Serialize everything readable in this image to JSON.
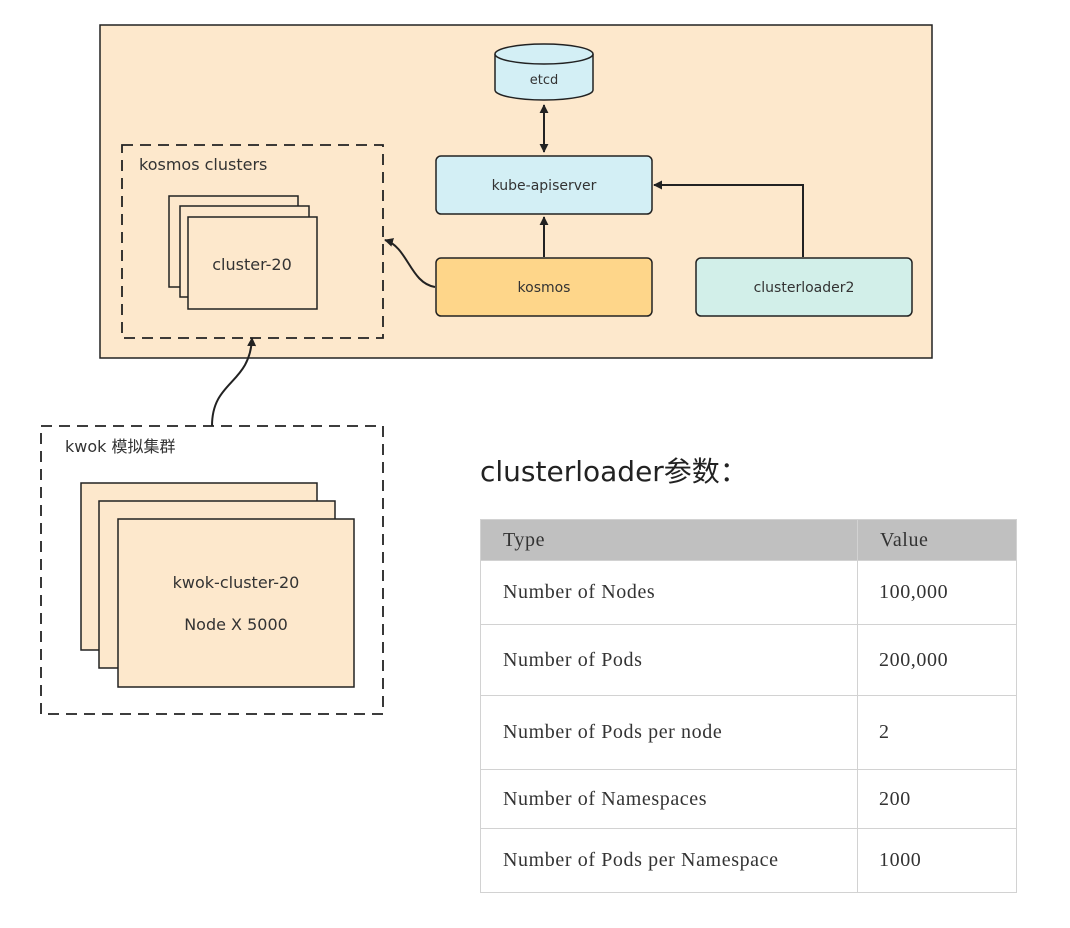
{
  "diagram": {
    "etcd": "etcd",
    "kube_apiserver": "kube-apiserver",
    "kosmos": "kosmos",
    "clusterloader2": "clusterloader2",
    "kosmos_clusters_label": "kosmos clusters",
    "cluster_label": "cluster-20",
    "kwok_group_label": "kwok 模拟集群",
    "kwok_cluster_name": "kwok-cluster-20",
    "kwok_cluster_nodes": "Node X 5000"
  },
  "params": {
    "title": "clusterloader参数：",
    "headers": {
      "type": "Type",
      "value": "Value"
    },
    "rows": [
      {
        "type": "Number of Nodes",
        "value": "100,000"
      },
      {
        "type": "Number of Pods",
        "value": "200,000"
      },
      {
        "type": "Number of Pods per node",
        "value": "2"
      },
      {
        "type": "Number of Namespaces",
        "value": "200"
      },
      {
        "type": "Number of Pods per Namespace",
        "value": "1000"
      }
    ]
  },
  "colors": {
    "outer_panel": "#fde8cc",
    "etcd": "#d3eff5",
    "kube_apiserver": "#d3eff5",
    "kosmos": "#fed68a",
    "clusterloader2": "#d2efe9",
    "cluster_card": "#fde8cc",
    "stroke": "#222222",
    "table_header": "#c0c0c0"
  }
}
